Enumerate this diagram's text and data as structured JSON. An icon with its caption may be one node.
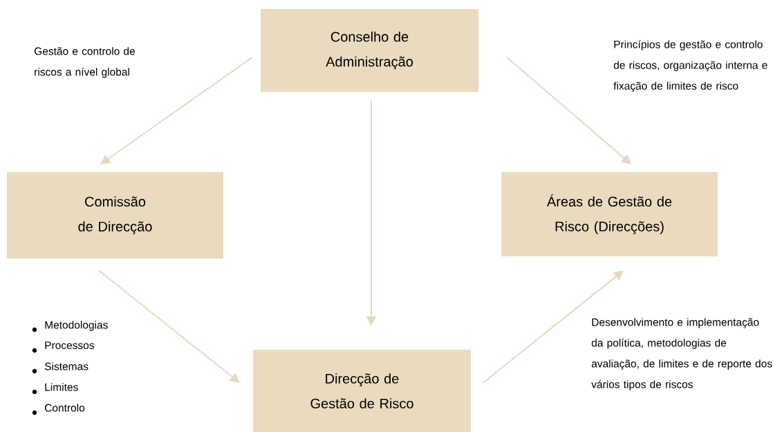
{
  "diagram": {
    "nodes": [
      {
        "text": [
          "Conselho de Administração"
        ]
      },
      {
        "text": [
          "Comissão de Direcção"
        ]
      },
      {
        "text": [
          "Áreas de Gestão de Risco (Direcções)"
        ]
      },
      {
        "text": [
          "Direcção de Gestão de Risco"
        ]
      }
    ],
    "edges": [
      {
        "from": 0,
        "to": 1,
        "arrow": "to"
      },
      {
        "from": 0,
        "to": 3,
        "arrow": "to"
      },
      {
        "from": 0,
        "to": 2,
        "arrow": "to"
      },
      {
        "from": 1,
        "to": 3,
        "arrow": "to"
      },
      {
        "from": 3,
        "to": 2,
        "arrow": "to"
      }
    ],
    "labels": [
      "Gestão e controlo de riscos a nível global",
      "Princípios de gestão e controlo de riscos, organização interna e fixação de limites de risco",
      "Metodologias",
      "Processos",
      "Sistemas",
      "Limites",
      "Controlo",
      "Desenvolvimento e implementação da política, metodologias de avaliação, de limites e de reporte dos vários tipos de riscos"
    ]
  }
}
